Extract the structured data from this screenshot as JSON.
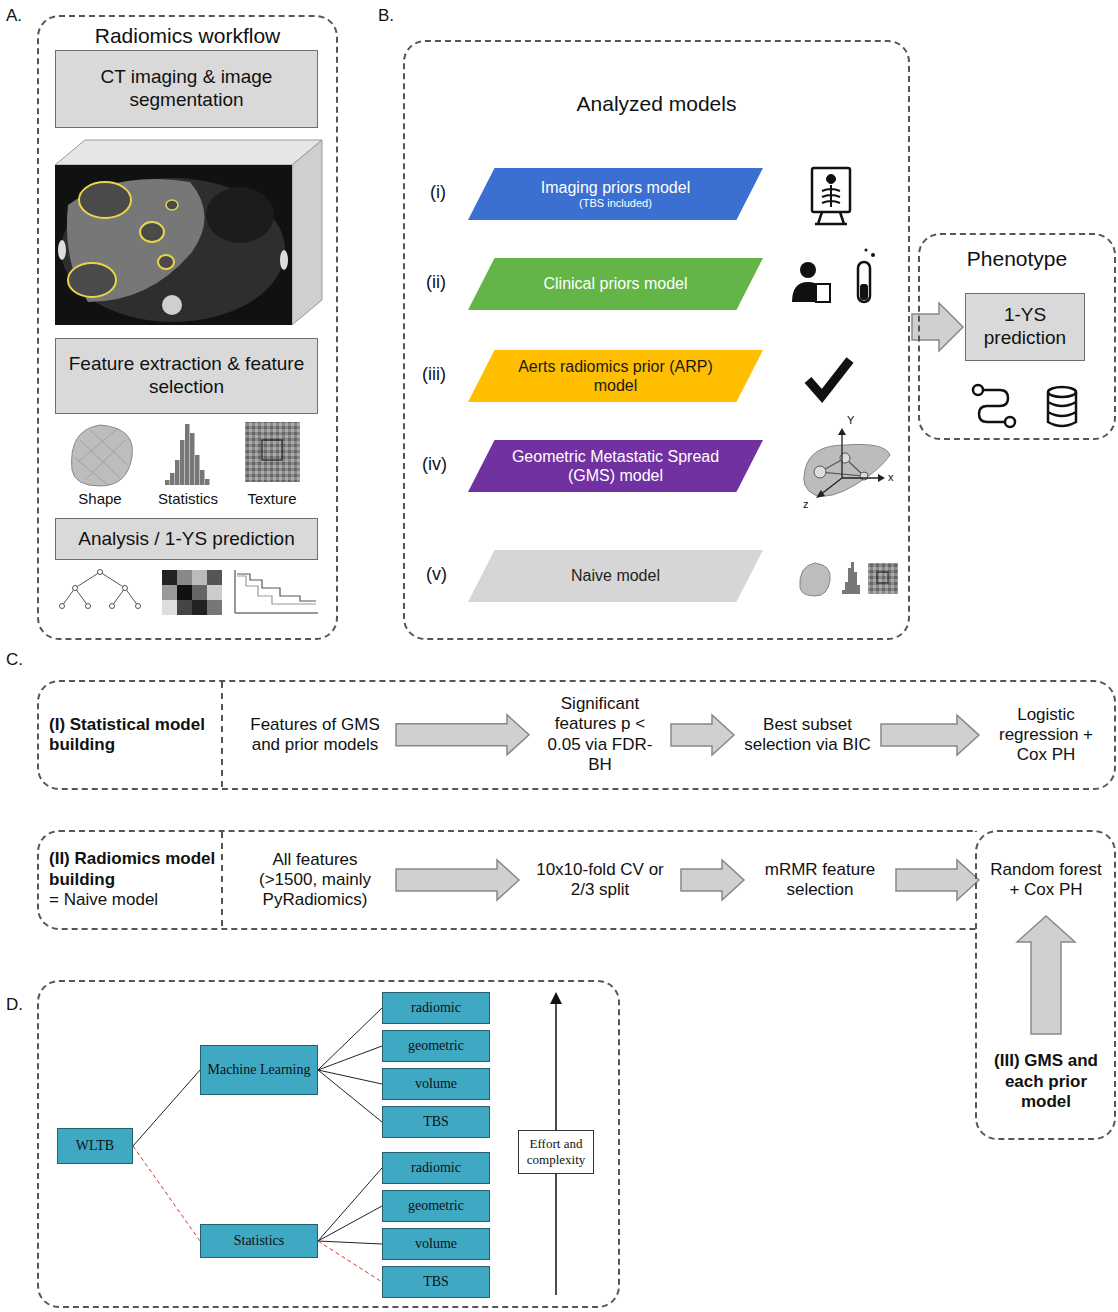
{
  "diagram": {
    "nodes": [
      {
        "text": [
          "Radiomics workflow"
        ]
      },
      {
        "text": [
          "CT imaging & image segmentation"
        ],
        "in": 0
      },
      {
        "text": [
          "Feature extraction & feature selection"
        ],
        "in": 0
      },
      {
        "text": [
          "Analysis / 1-YS prediction"
        ],
        "in": 0
      },
      {
        "text": [
          "Analyzed models"
        ]
      },
      {
        "text": [
          "Imaging priors model",
          "(TBS included)"
        ],
        "in": 4
      },
      {
        "text": [
          "Clinical priors model"
        ],
        "in": 4
      },
      {
        "text": [
          "Aerts radiomics prior (ARP) model"
        ],
        "in": 4
      },
      {
        "text": [
          "Geometric Metastatic Spread (GMS) model"
        ],
        "in": 4
      },
      {
        "text": [
          "Naive model"
        ],
        "in": 4
      },
      {
        "text": [
          "Phenotype"
        ]
      },
      {
        "text": [
          "1-YS prediction"
        ],
        "in": 10
      },
      {
        "text": [
          "(I) Statistical model building"
        ]
      },
      {
        "text": [
          "Features of GMS and prior models"
        ],
        "in": 12
      },
      {
        "text": [
          "Significant features p < 0.05 via FDR-BH"
        ],
        "in": 12
      },
      {
        "text": [
          "Best subset selection via BIC"
        ],
        "in": 12
      },
      {
        "text": [
          "Logistic regression + Cox PH"
        ],
        "in": 12
      },
      {
        "text": [
          "(II) Radiomics model building",
          "= Naive model"
        ]
      },
      {
        "text": [
          "All features (>1500, mainly PyRadiomics)"
        ],
        "in": 17
      },
      {
        "text": [
          "10x10-fold CV or 2/3 split"
        ],
        "in": 17
      },
      {
        "text": [
          "mRMR feature selection"
        ],
        "in": 17
      },
      {
        "text": []
      },
      {
        "text": [
          "Random forest + Cox PH"
        ],
        "in": 21
      },
      {
        "text": [
          "(III) GMS and each prior model"
        ],
        "in": 21
      },
      {
        "text": []
      },
      {
        "text": [
          "WLTB"
        ],
        "in": 24
      },
      {
        "text": [
          "Machine Learning"
        ],
        "in": 24
      },
      {
        "text": [
          "radiomic"
        ],
        "in": 24
      },
      {
        "text": [
          "geometric"
        ],
        "in": 24
      },
      {
        "text": [
          "volume"
        ],
        "in": 24
      },
      {
        "text": [
          "TBS"
        ],
        "in": 24
      },
      {
        "text": [
          "Statistics"
        ],
        "in": 24
      },
      {
        "text": [
          "radiomic"
        ],
        "in": 24
      },
      {
        "text": [
          "geometric"
        ],
        "in": 24
      },
      {
        "text": [
          "volume"
        ],
        "in": 24
      },
      {
        "text": [
          "TBS"
        ],
        "in": 24
      },
      {
        "text": [
          "Effort and complexity"
        ],
        "in": 24
      }
    ],
    "edges": [
      {
        "from": 4,
        "to": 11,
        "arrow": "to"
      },
      {
        "from": 13,
        "to": 14,
        "arrow": "to"
      },
      {
        "from": 14,
        "to": 15,
        "arrow": "to"
      },
      {
        "from": 15,
        "to": 16,
        "arrow": "to"
      },
      {
        "from": 18,
        "to": 19,
        "arrow": "to"
      },
      {
        "from": 19,
        "to": 20,
        "arrow": "to"
      },
      {
        "from": 20,
        "to": 22,
        "arrow": "to"
      },
      {
        "from": 23,
        "to": 22,
        "arrow": "to"
      },
      {
        "from": 25,
        "to": 26,
        "arrow": "none"
      },
      {
        "from": 25,
        "to": 31,
        "arrow": "none"
      },
      {
        "from": 26,
        "to": 27,
        "arrow": "none"
      },
      {
        "from": 26,
        "to": 28,
        "arrow": "none"
      },
      {
        "from": 26,
        "to": 29,
        "arrow": "none"
      },
      {
        "from": 26,
        "to": 30,
        "arrow": "none"
      },
      {
        "from": 31,
        "to": 32,
        "arrow": "none"
      },
      {
        "from": 31,
        "to": 33,
        "arrow": "none"
      },
      {
        "from": 31,
        "to": 34,
        "arrow": "none"
      },
      {
        "from": 31,
        "to": 35,
        "arrow": "none"
      }
    ],
    "labels": [
      "A.",
      "B.",
      "C.",
      "D.",
      "(i)",
      "(ii)",
      "(iii)",
      "(iv)",
      "(v)",
      "Shape",
      "Statistics",
      "Texture",
      "Y",
      "x",
      "z"
    ]
  }
}
